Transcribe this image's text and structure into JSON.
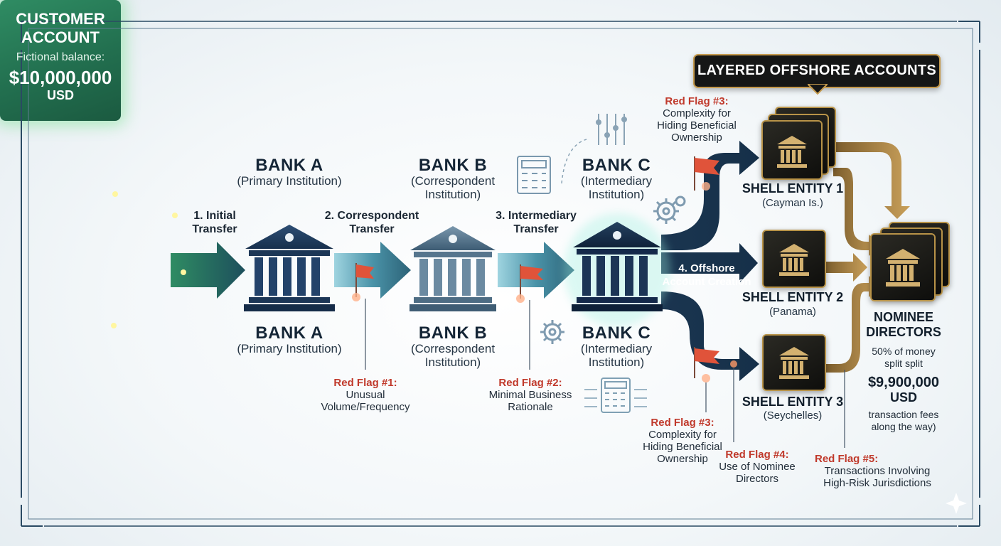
{
  "customer": {
    "title_line1": "CUSTOMER",
    "title_line2": "ACCOUNT",
    "balance_label": "Fictional balance:",
    "amount": "$10,000,000",
    "currency": "USD"
  },
  "steps": [
    {
      "line1": "1. Initial",
      "line2": "Transfer"
    },
    {
      "line1": "2. Correspondent",
      "line2": "Transfer"
    },
    {
      "line1": "3. Intermediary",
      "line2": "Transfer"
    },
    {
      "line1": "4. Offshore",
      "line2": "Account Creation"
    }
  ],
  "banks": [
    {
      "name": "BANK A",
      "role": "(Primary Institution)"
    },
    {
      "name": "BANK B",
      "role_line1": "(Correspondent",
      "role_line2": "Institution)"
    },
    {
      "name": "BANK C",
      "role_line1": "(Intermediary",
      "role_line2": "Institution)"
    }
  ],
  "red_flags": [
    {
      "title": "Red Flag #1:",
      "lines": [
        "Unusual",
        "Volume/Frequency"
      ]
    },
    {
      "title": "Red Flag #2:",
      "lines": [
        "Minimal Business",
        "Rationale"
      ]
    },
    {
      "title": "Red Flag #3:",
      "lines": [
        "Complexity for",
        "Hiding Beneficial",
        "Ownership"
      ]
    },
    {
      "title": "Red Flag #3:",
      "lines": [
        "Complexity for",
        "Hiding Beneficial",
        "Ownership"
      ]
    },
    {
      "title": "Red Flag #4:",
      "lines": [
        "Use of Nominee",
        "Directors"
      ]
    },
    {
      "title": "Red Flag #5:",
      "lines": [
        "Transactions Involving",
        "High-Risk Jurisdictions"
      ]
    }
  ],
  "layered_banner": "LAYERED OFFSHORE ACCOUNTS",
  "shells": [
    {
      "name": "SHELL ENTITY 1",
      "location": "(Cayman Is.)"
    },
    {
      "name": "SHELL ENTITY 2",
      "location": "(Panama)"
    },
    {
      "name": "SHELL ENTITY 3",
      "location": "(Seychelles)"
    }
  ],
  "nominee": {
    "title_line1": "NOMINEE",
    "title_line2": "DIRECTORS",
    "split_line1": "50% of money",
    "split_line2": "split split",
    "amount": "$9,900,000",
    "currency": "USD",
    "fees_line1": "transaction fees",
    "fees_line2": "along the way)"
  },
  "colors": {
    "customer_green": "#2a7d58",
    "bank_navy": "#1f3a5c",
    "bank_slate": "#4f6e86",
    "flag_red": "#e0533a",
    "red_flag_text": "#c0392b",
    "shell_dark": "#141414",
    "gold": "#b8924a",
    "arrow_teal": "#3f7f8f"
  }
}
